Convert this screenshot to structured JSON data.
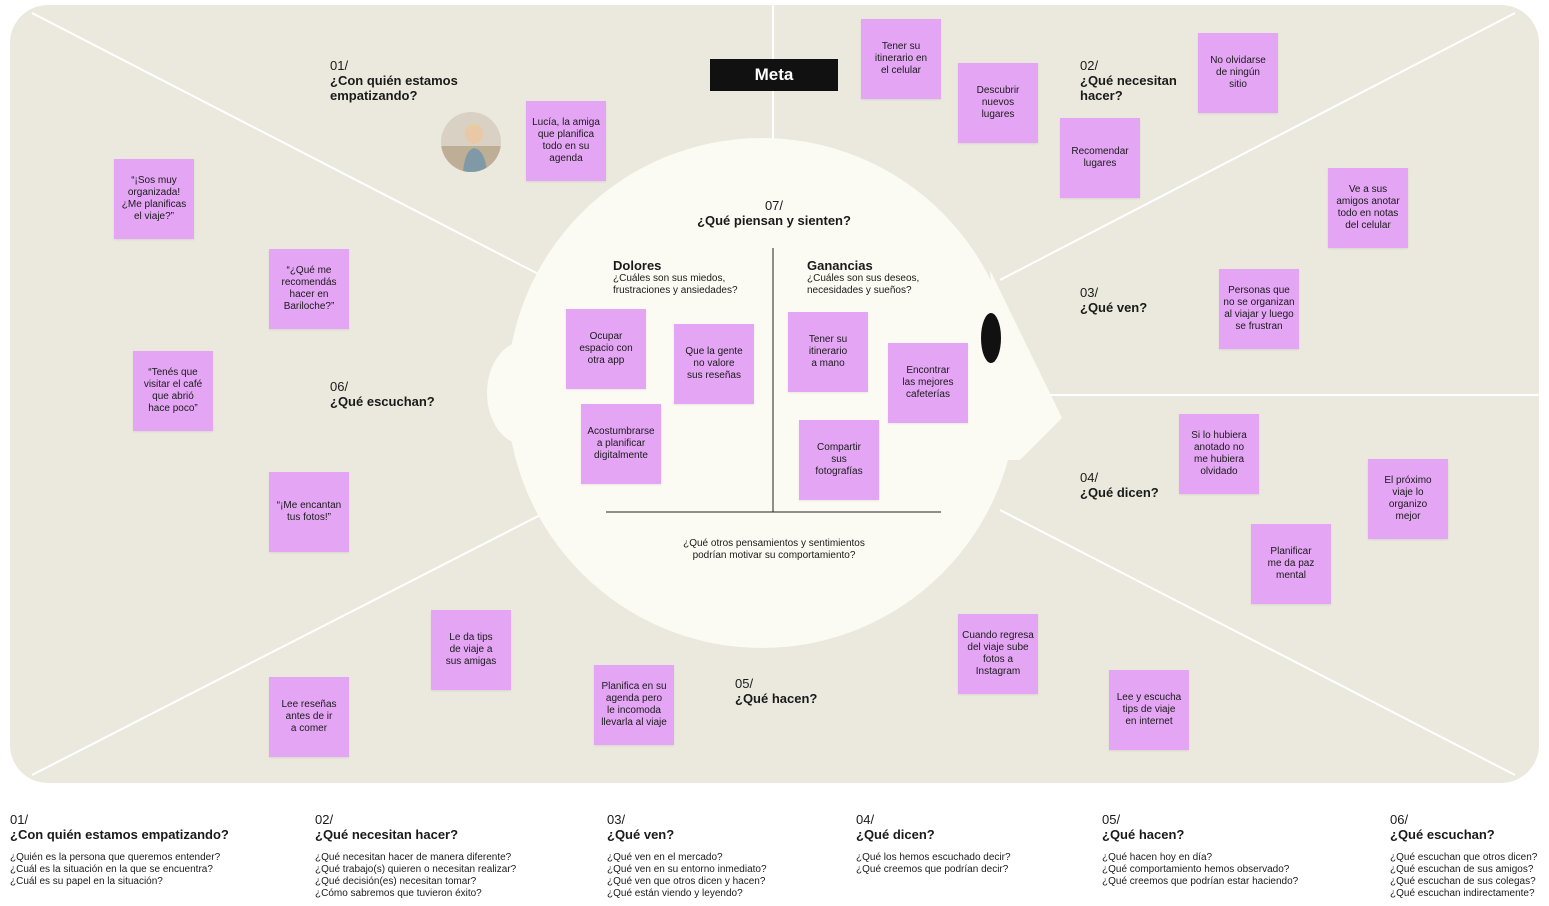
{
  "meta_label": "Meta",
  "sections": [
    {
      "num": "01/",
      "q1": "¿Con quién estamos",
      "q2": "empatizando?"
    },
    {
      "num": "02/",
      "q1": "¿Qué necesitan",
      "q2": "hacer?"
    },
    {
      "num": "03/",
      "q1": "¿Qué ven?",
      "q2": ""
    },
    {
      "num": "04/",
      "q1": "¿Qué dicen?",
      "q2": ""
    },
    {
      "num": "05/",
      "q1": "¿Qué hacen?",
      "q2": ""
    },
    {
      "num": "06/",
      "q1": "¿Qué escuchan?",
      "q2": ""
    },
    {
      "num": "07/",
      "q1": "¿Qué piensan y sienten?",
      "q2": ""
    }
  ],
  "pains": {
    "title": "Dolores",
    "l1": "¿Cuáles son sus miedos,",
    "l2": "frustraciones y ansiedades?"
  },
  "gains": {
    "title": "Ganancias",
    "l1": "¿Cuáles son sus deseos,",
    "l2": "necesidades y sueños?"
  },
  "head_question": {
    "l1": "¿Qué otros pensamientos y sentimientos",
    "l2": "podrían motivar su comportamiento?"
  },
  "stickies": [
    {
      "l": [
        "Lucía, la amiga",
        "que planifica",
        "todo en su",
        "agenda"
      ]
    },
    {
      "l": [
        "Tener su",
        "itinerario en",
        "el celular"
      ]
    },
    {
      "l": [
        "Descubrir",
        "nuevos",
        "lugares"
      ]
    },
    {
      "l": [
        "No olvidarse",
        "de ningún",
        "sitio"
      ]
    },
    {
      "l": [
        "Recomendar",
        "lugares"
      ]
    },
    {
      "l": [
        "Ve a sus",
        "amigos anotar",
        "todo en notas",
        "del celular"
      ]
    },
    {
      "l": [
        "Personas que",
        "no se organizan",
        "al viajar y luego",
        "se frustran"
      ]
    },
    {
      "l": [
        "Si lo hubiera",
        "anotado no",
        "me hubiera",
        "olvidado"
      ]
    },
    {
      "l": [
        "El próximo",
        "viaje lo organizo",
        "mejor"
      ]
    },
    {
      "l": [
        "Planificar",
        "me da paz",
        "mental"
      ]
    },
    {
      "l": [
        "Cuando regresa",
        "del viaje sube",
        "fotos a",
        "Instagram"
      ]
    },
    {
      "l": [
        "Lee y escucha",
        "tips de viaje",
        "en internet"
      ]
    },
    {
      "l": [
        "Planifica en su",
        "agenda pero",
        "le incomoda",
        "llevarla al viaje"
      ]
    },
    {
      "l": [
        "Le da tips",
        "de viaje a",
        "sus amigas"
      ]
    },
    {
      "l": [
        "Lee reseñas",
        "antes de ir",
        "a comer"
      ]
    },
    {
      "l": [
        "“¡Sos muy",
        "organizada!",
        "¿Me planificas",
        "el viaje?”"
      ]
    },
    {
      "l": [
        "“¿Qué me",
        "recomendás",
        "hacer en",
        "Bariloche?”"
      ]
    },
    {
      "l": [
        "“Tenés que",
        "visitar el café",
        "que abrió",
        "hace poco”"
      ]
    },
    {
      "l": [
        "“¡Me encantan",
        "tus fotos!”"
      ]
    },
    {
      "l": [
        "Ocupar",
        "espacio con",
        "otra app"
      ]
    },
    {
      "l": [
        "Que la gente",
        "no valore",
        "sus reseñas"
      ]
    },
    {
      "l": [
        "Acostumbrarse",
        "a planificar",
        "digitalmente"
      ]
    },
    {
      "l": [
        "Tener su",
        "itinerario",
        "a mano"
      ]
    },
    {
      "l": [
        "Encontrar",
        "las mejores",
        "cafeterías"
      ]
    },
    {
      "l": [
        "Compartir",
        "sus",
        "fotografías"
      ]
    }
  ],
  "legend": [
    {
      "num": "01/",
      "q": "¿Con quién estamos empatizando?",
      "lines": [
        "¿Quién es la persona que queremos entender?",
        "¿Cuál es la situación en la que se encuentra?",
        "¿Cuál es su papel en la situación?"
      ]
    },
    {
      "num": "02/",
      "q": "¿Qué necesitan hacer?",
      "lines": [
        "¿Qué necesitan hacer de manera diferente?",
        "¿Qué trabajo(s) quieren o necesitan realizar?",
        "¿Qué decisión(es) necesitan tomar?",
        "¿Cómo sabremos que tuvieron éxito?"
      ]
    },
    {
      "num": "03/",
      "q": "¿Qué ven?",
      "lines": [
        "¿Qué ven en el mercado?",
        "¿Qué ven en su entorno inmediato?",
        "¿Qué ven que otros dicen y hacen?",
        "¿Qué están viendo y leyendo?"
      ]
    },
    {
      "num": "04/",
      "q": "¿Qué dicen?",
      "lines": [
        "¿Qué los hemos escuchado decir?",
        "¿Qué creemos que podrían decir?"
      ]
    },
    {
      "num": "05/",
      "q": "¿Qué hacen?",
      "lines": [
        "¿Qué hacen hoy en día?",
        "¿Qué comportamiento hemos observado?",
        "¿Qué creemos que podrían estar haciendo?"
      ]
    },
    {
      "num": "06/",
      "q": "¿Qué escuchan?",
      "lines": [
        "¿Qué escuchan que otros dicen?",
        "¿Qué escuchan de sus amigos?",
        "¿Qué escuchan de sus colegas?",
        "¿Qué escuchan indirectamente?"
      ]
    }
  ],
  "colors": {
    "board": "#ebe9de",
    "head": "#fbfaf3",
    "sticky": "#e4a6f4",
    "line": "#ffffff"
  }
}
